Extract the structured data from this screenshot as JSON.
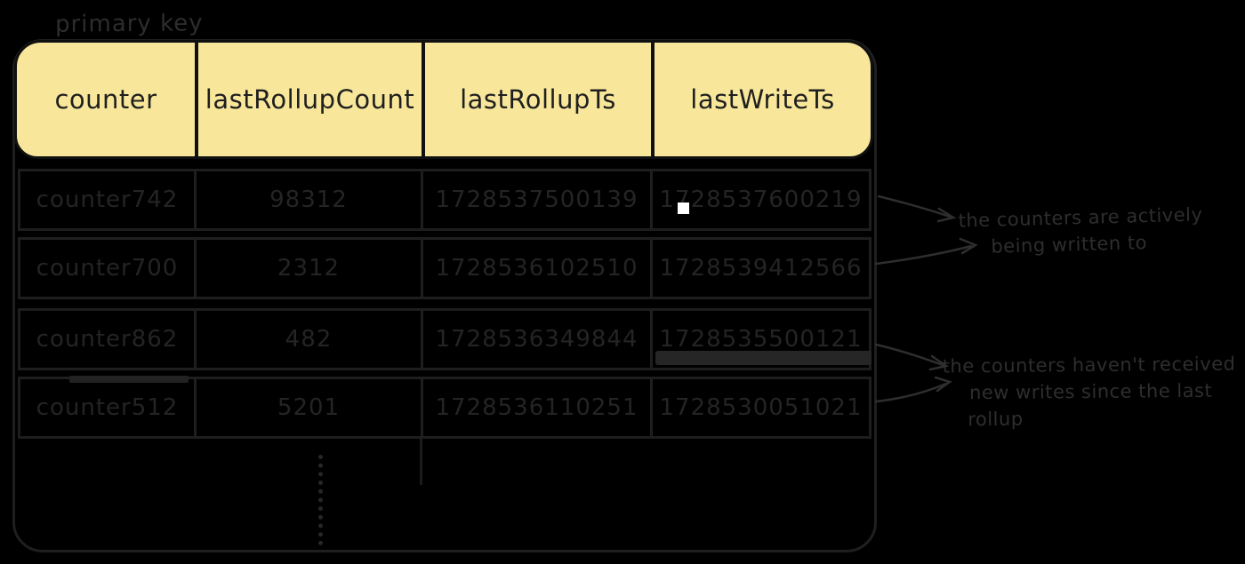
{
  "colors": {
    "background": "#000000",
    "header_fill": "#f8e79a",
    "stroke": "#1e1e1e",
    "annotation_ink": "#2e2e2e"
  },
  "primary_key_label": "primary key",
  "table": {
    "columns": [
      "counter",
      "lastRollupCount",
      "lastRollupTs",
      "lastWriteTs"
    ],
    "rows": [
      {
        "counter": "counter742",
        "lastRollupCount": "98312",
        "lastRollupTs": "1728537500139",
        "lastWriteTs": "1728537600219"
      },
      {
        "counter": "counter700",
        "lastRollupCount": "2312",
        "lastRollupTs": "1728536102510",
        "lastWriteTs": "1728539412566"
      },
      {
        "counter": "counter862",
        "lastRollupCount": "482",
        "lastRollupTs": "1728536349844",
        "lastWriteTs": "1728535500121"
      },
      {
        "counter": "counter512",
        "lastRollupCount": "5201",
        "lastRollupTs": "1728536110251",
        "lastWriteTs": "1728530051021"
      }
    ]
  },
  "annotations": {
    "active": {
      "line1": "the counters are actively",
      "line2": "being written to"
    },
    "stale": {
      "line1": "the counters haven't received",
      "line2": "new writes since the last",
      "line3": "rollup"
    }
  }
}
